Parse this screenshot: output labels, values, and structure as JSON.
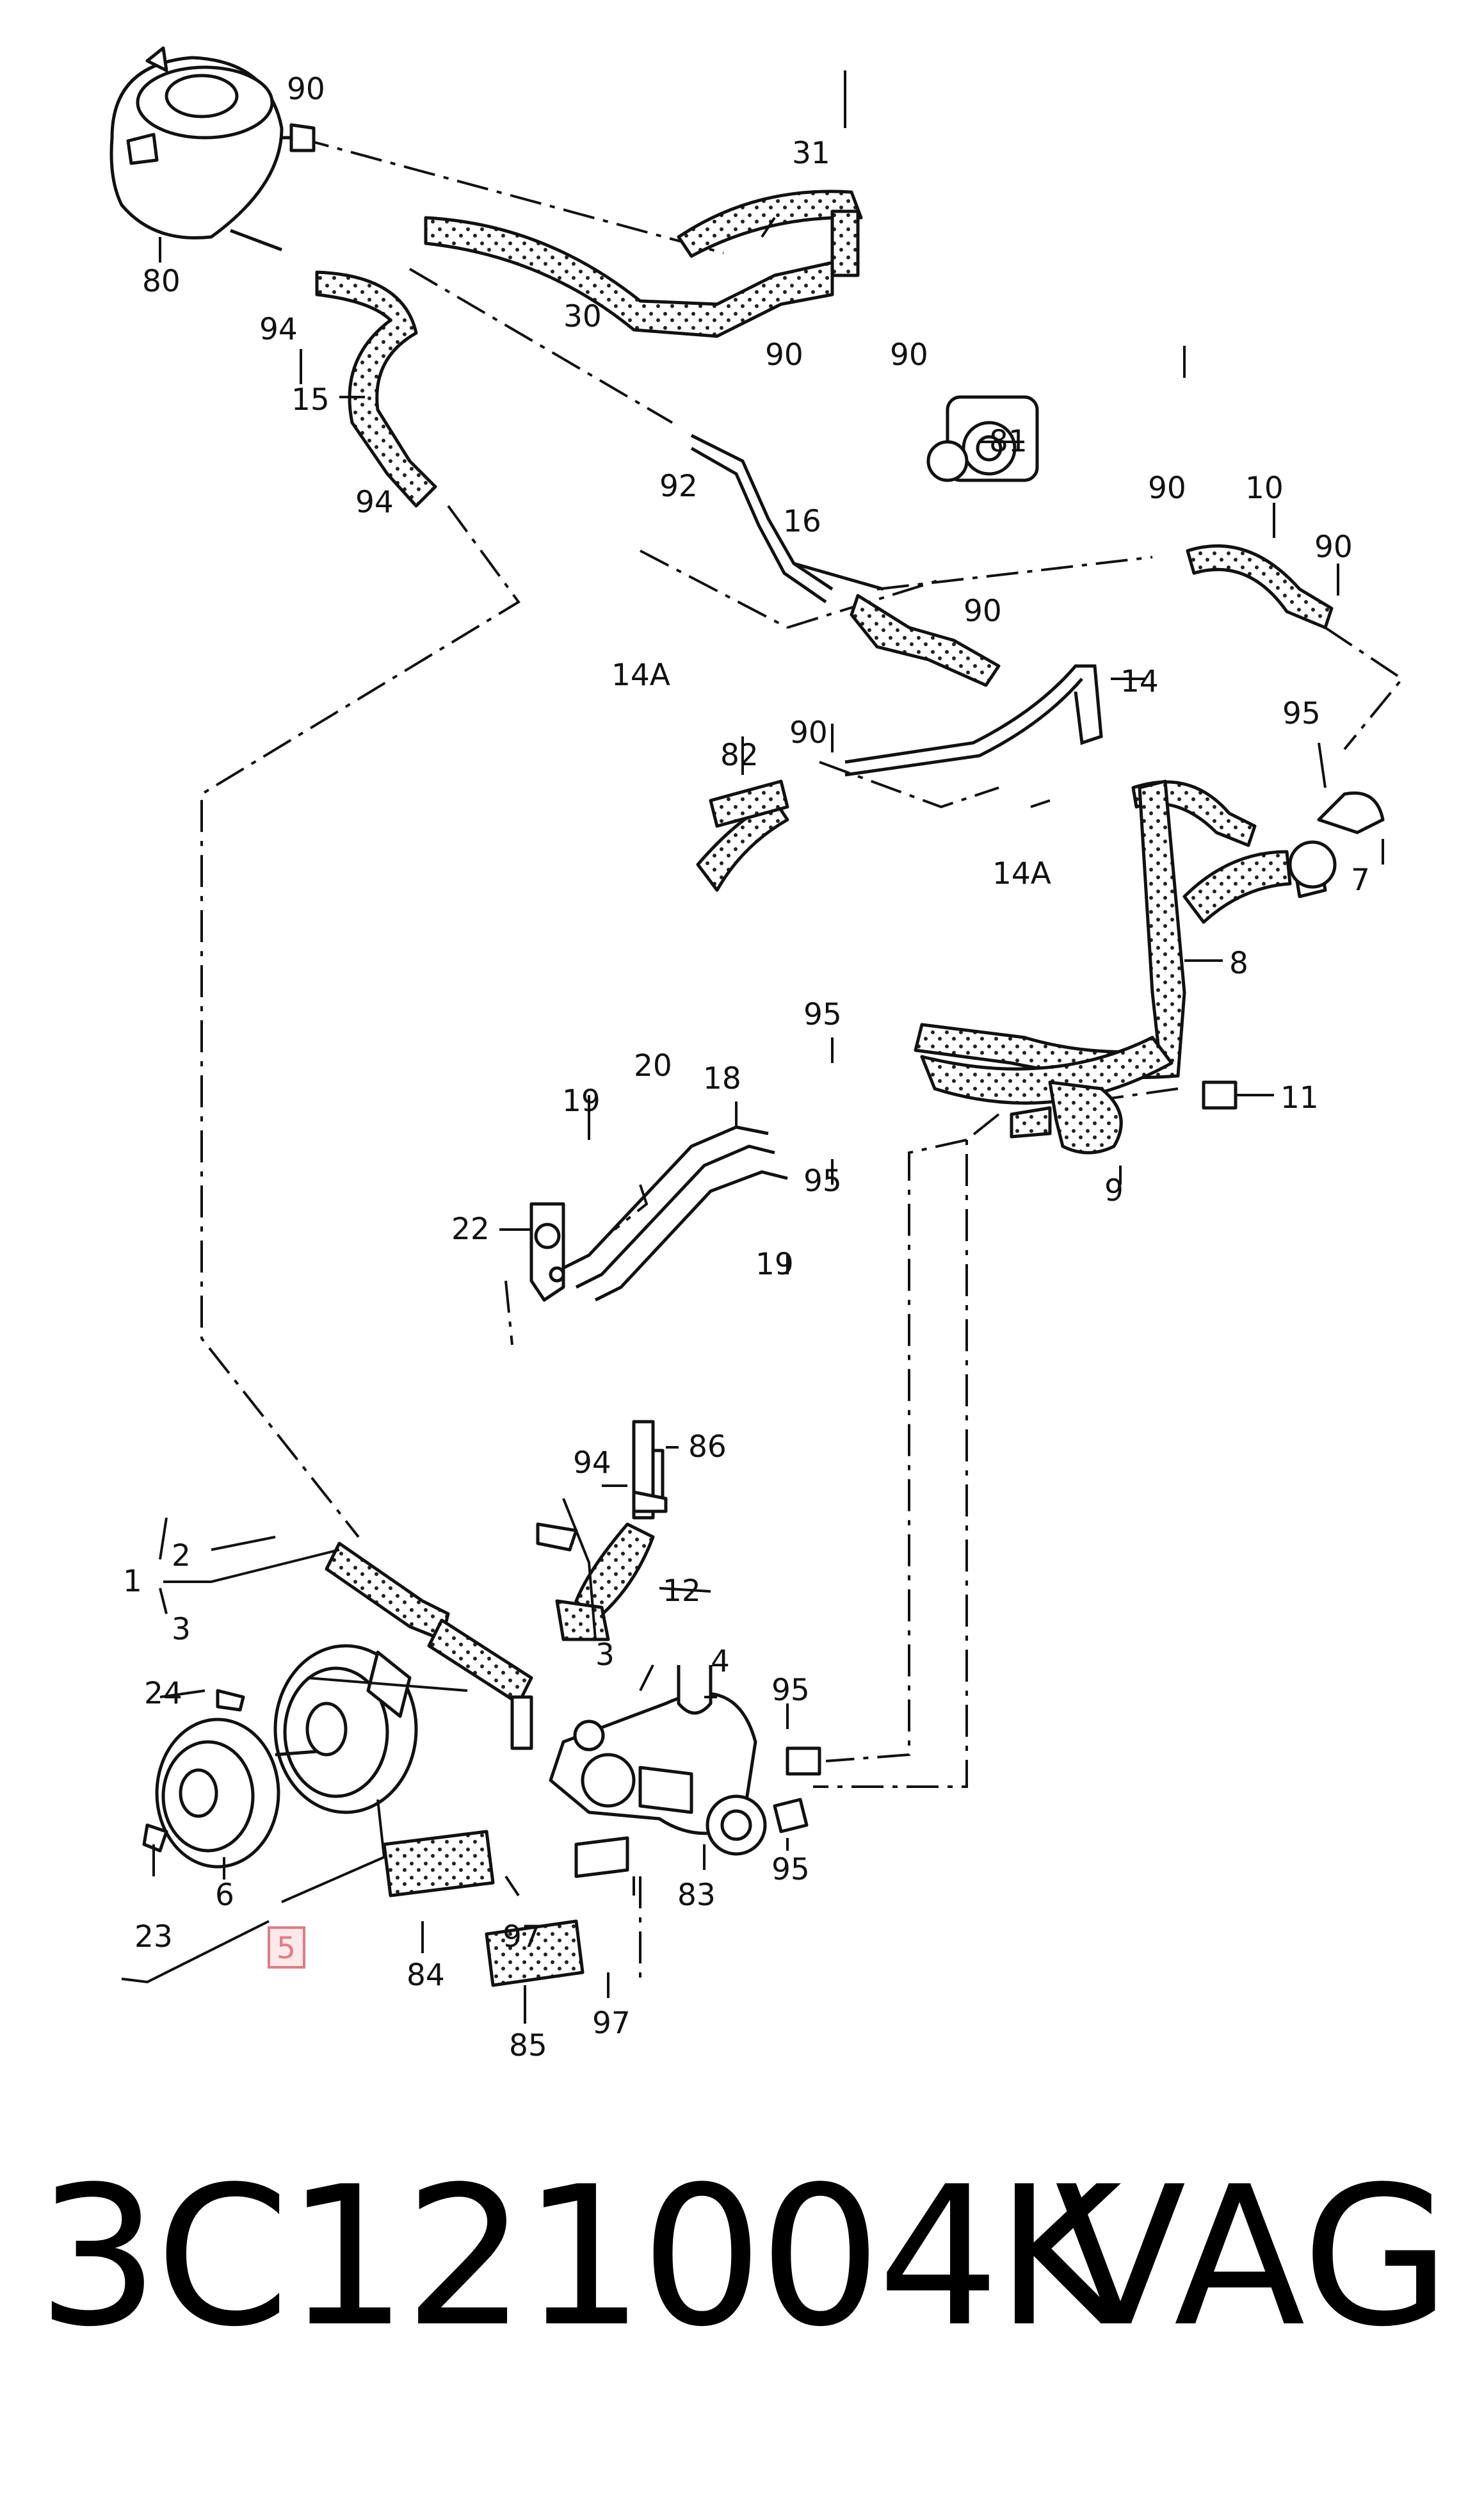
{
  "diagram": {
    "labels": {
      "c1": "1",
      "c2": "2",
      "c3": "3",
      "c3b": "3",
      "c4": "4",
      "c5": "5",
      "c6": "6",
      "c7": "7",
      "c8": "8",
      "c9": "9",
      "c10": "10",
      "c11": "11",
      "c12": "12",
      "c14": "14",
      "c14a1": "14A",
      "c14a2": "14A",
      "c15": "15",
      "c16": "16",
      "c18": "18",
      "c19a": "19",
      "c19b": "19",
      "c20": "20",
      "c22": "22",
      "c23": "23",
      "c24": "24",
      "c30": "30",
      "c31": "31",
      "c80": "80",
      "c81": "81",
      "c82": "82",
      "c83": "83",
      "c84": "84",
      "c85": "85",
      "c86": "86",
      "c90a": "90",
      "c90b": "90",
      "c90c": "90",
      "c90d": "90",
      "c90e": "90",
      "c90f": "90",
      "c90g": "90",
      "c94a": "94",
      "c94b": "94",
      "c94c": "94",
      "c95a": "95",
      "c95b": "95",
      "c95c": "95",
      "c95d": "95",
      "c95e": "95",
      "c97a": "97",
      "c97b": "97"
    },
    "highlighted": "5",
    "highlight_color": "#e07b85"
  },
  "footer": {
    "part_number": "3C121004K",
    "brand": "VAG"
  }
}
